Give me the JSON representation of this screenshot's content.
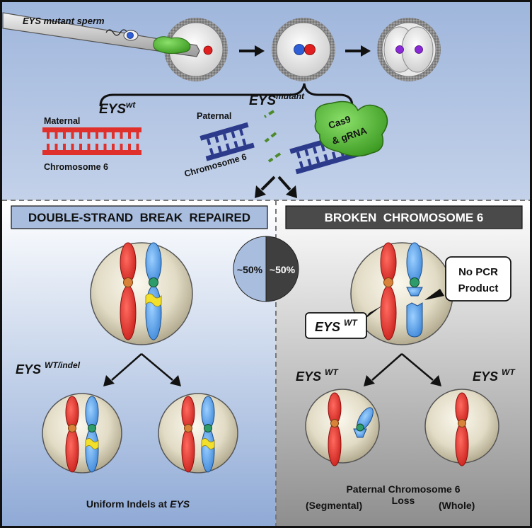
{
  "top": {
    "sperm_label": "EYS mutant sperm",
    "eys_wt": {
      "base": "EYS",
      "sup": "wt"
    },
    "eys_mutant": {
      "base": "EYS",
      "sup": "mutant"
    },
    "maternal": "Maternal",
    "paternal": "Paternal",
    "chrom6_maternal": "Chromosome 6",
    "chrom6_paternal": "Chromosome 6",
    "cas9_line1": "Cas9",
    "cas9_line2": "& gRNA"
  },
  "left_panel": {
    "header": "DOUBLE-STRAND  BREAK  REPAIRED",
    "genotype": {
      "base": "EYS",
      "sup": "WT/indel"
    },
    "caption_prefix": "Uniform Indels at ",
    "caption_italic": "EYS"
  },
  "right_panel": {
    "header": "BROKEN  CHROMOSOME 6",
    "callout_eys": {
      "base": "EYS",
      "sup": "WT"
    },
    "callout_pcr_line1": "No PCR",
    "callout_pcr_line2": "Product",
    "genotype_left": {
      "base": "EYS",
      "sup": "WT"
    },
    "genotype_right": {
      "base": "EYS",
      "sup": "WT"
    },
    "caption_line1": "Paternal Chromosome 6",
    "caption_loss": "Loss",
    "caption_segmental": "(Segmental)",
    "caption_whole": "(Whole)"
  },
  "pie": {
    "left_label": "~50%",
    "right_label": "~50%",
    "left_fraction": 0.5,
    "right_fraction": 0.5
  },
  "colors": {
    "maternal_red": "#e0302b",
    "paternal_blue": "#2c3a8c",
    "cas9_green": "#5bbf3a",
    "light_blue_panel": "#a9bedf",
    "dark_panel": "#4a4a4a",
    "chromosome_blue": "#5aa0e6",
    "centromere": "#d8823a",
    "centromere_green": "#2e9b6a",
    "indel_yellow": "#f2e02a"
  }
}
